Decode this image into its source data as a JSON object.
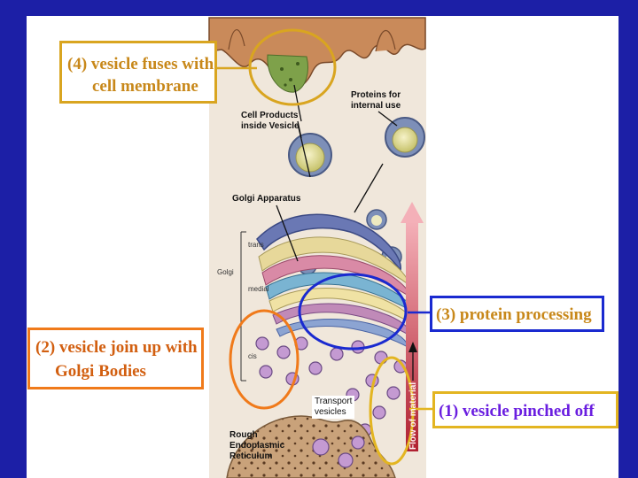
{
  "callouts": {
    "step4": [
      "(4) vesicle fuses with",
      "cell membrane"
    ],
    "step3": [
      "(3) protein processing"
    ],
    "step2": [
      "(2) vesicle join up with",
      "Golgi Bodies"
    ],
    "step1": [
      "(1) vesicle pinched off"
    ]
  },
  "labels": {
    "proteins_internal": [
      "Proteins for",
      "internal use"
    ],
    "cell_products": [
      "Cell Products",
      "inside Vesicle"
    ],
    "golgi_apparatus": "Golgi Apparatus",
    "golgi": "Golgi",
    "trans": "trans",
    "medial": "medial",
    "cis": "cis",
    "transport_vesicles": [
      "Transport",
      "vesicles"
    ],
    "rough_er": [
      "Rough",
      "Endoplasmic",
      "Reticulum"
    ],
    "flow_arrow": "Flow of material"
  },
  "colors": {
    "background_frame": "#1c1fa6",
    "callout_gold": "#d9a520",
    "callout_blue": "#1a2ad0",
    "callout_orange": "#f07a1a",
    "callout_purple_text": "#6a1ee0",
    "flow_arrow_red": "#c0303a"
  }
}
